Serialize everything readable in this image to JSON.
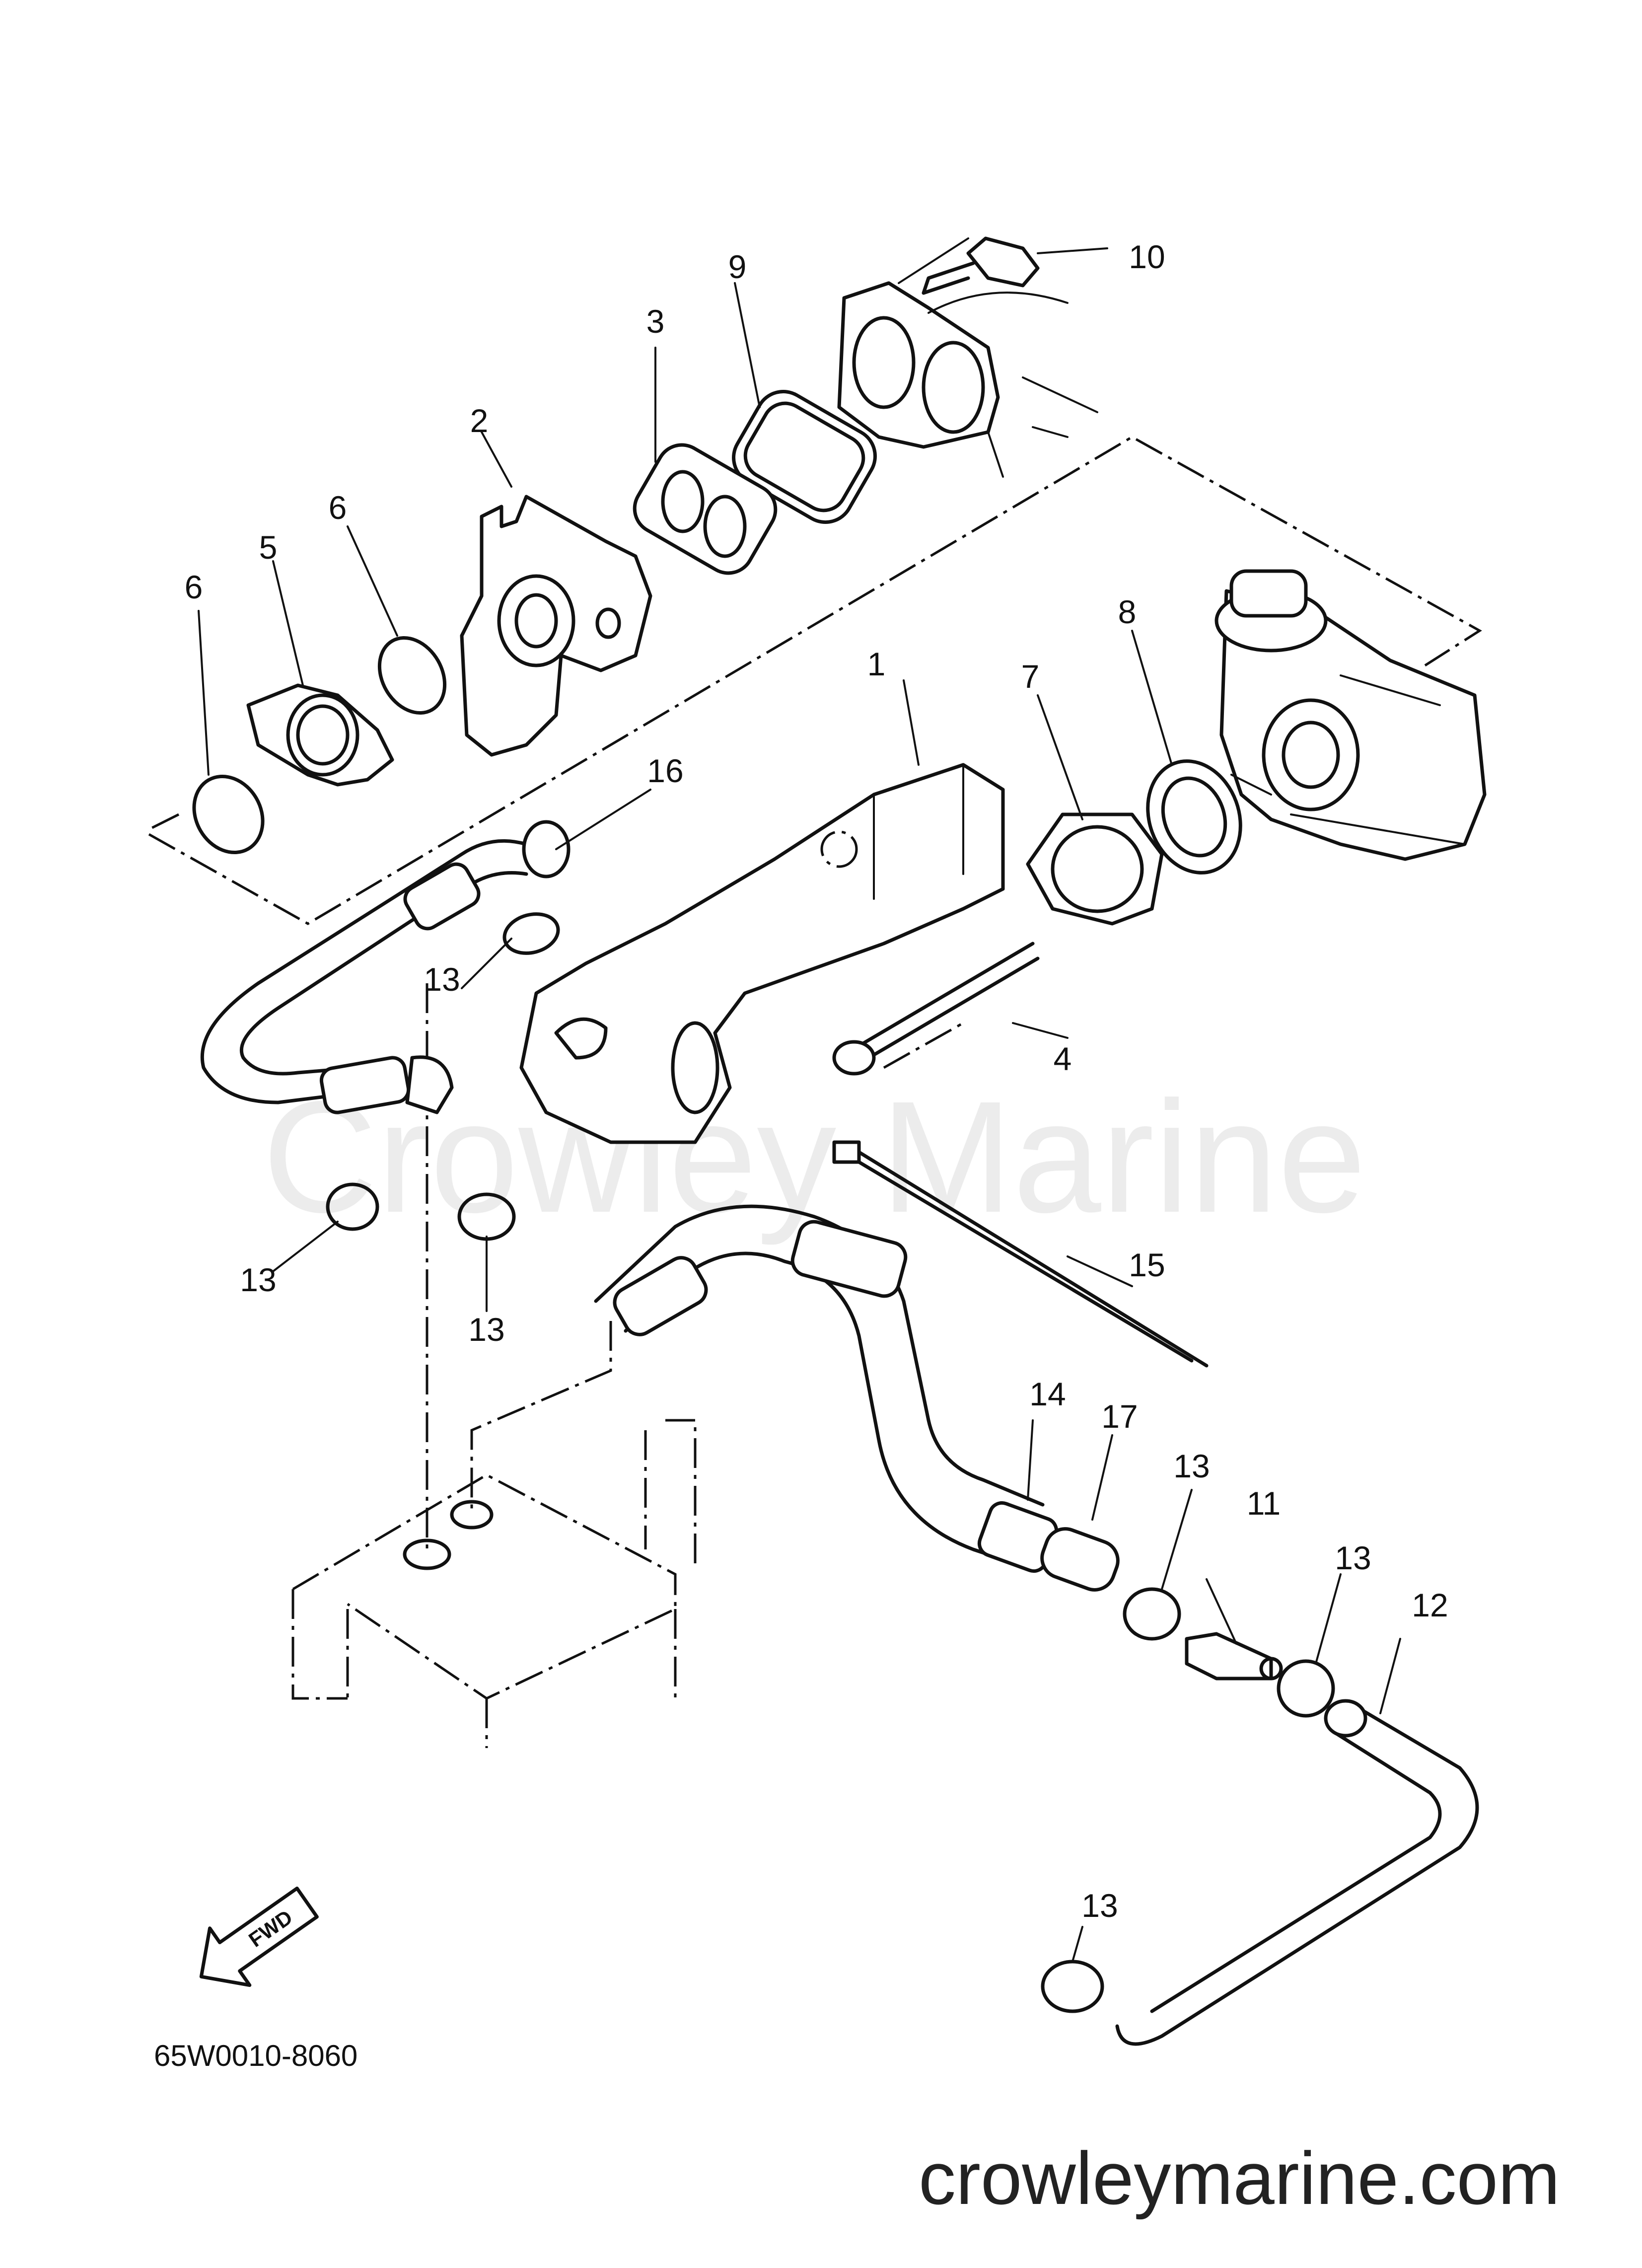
{
  "watermark": "Crowley Marine",
  "diagram_code": "65W0010-8060",
  "fwd_arrow": {
    "label": "FWD",
    "icon": "fwd-arrow-icon"
  },
  "website": "crowleymarine.com",
  "callouts": [
    "1",
    "2",
    "3",
    "4",
    "5",
    "6",
    "6",
    "7",
    "8",
    "9",
    "10",
    "11",
    "12",
    "13",
    "13",
    "13",
    "13",
    "13",
    "13",
    "14",
    "15",
    "16",
    "17"
  ]
}
